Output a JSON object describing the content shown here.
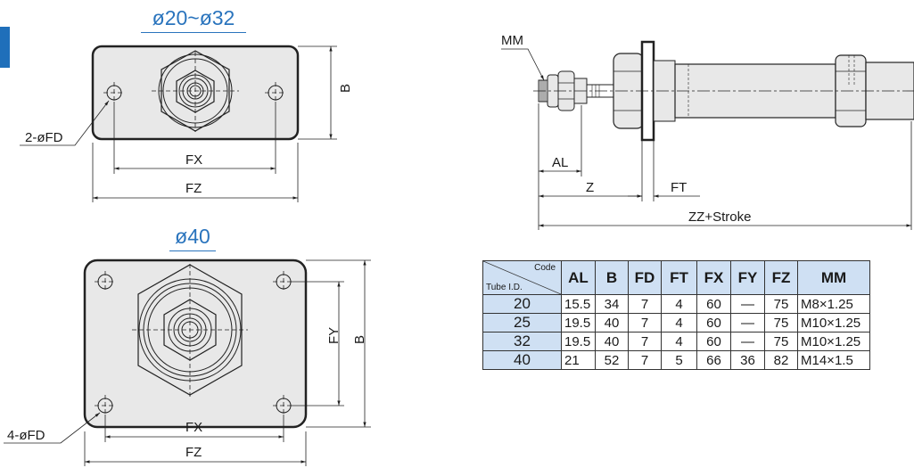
{
  "titles": {
    "small": "ø20~ø32",
    "large": "ø40"
  },
  "labels": {
    "small_holes": "2-øFD",
    "large_holes": "4-øFD",
    "fx": "FX",
    "fz": "FZ",
    "fy": "FY",
    "b": "B",
    "mm": "MM",
    "al": "AL",
    "z": "Z",
    "ft": "FT",
    "zz": "ZZ+Stroke"
  },
  "table": {
    "corner_top": "Code",
    "corner_bottom": "Tube I.D.",
    "headers": [
      "AL",
      "B",
      "FD",
      "FT",
      "FX",
      "FY",
      "FZ",
      "MM"
    ],
    "rows": [
      {
        "size": "20",
        "cells": [
          "15.5",
          "34",
          "7",
          "4",
          "60",
          "—",
          "75",
          "M8×1.25"
        ]
      },
      {
        "size": "25",
        "cells": [
          "19.5",
          "40",
          "7",
          "4",
          "60",
          "—",
          "75",
          "M10×1.25"
        ]
      },
      {
        "size": "32",
        "cells": [
          "19.5",
          "40",
          "7",
          "4",
          "60",
          "—",
          "75",
          "M10×1.25"
        ]
      },
      {
        "size": "40",
        "cells": [
          "21",
          "52",
          "7",
          "5",
          "66",
          "36",
          "82",
          "M14×1.5"
        ]
      }
    ]
  },
  "colors": {
    "accent": "#2a74bd",
    "plate": "#e8e8e8",
    "header": "#cfe0f3"
  }
}
